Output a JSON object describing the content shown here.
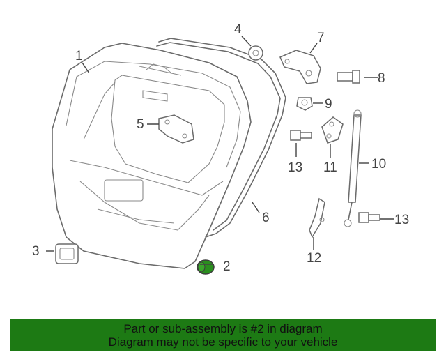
{
  "callouts": {
    "c1": "1",
    "c2": "2",
    "c3": "3",
    "c4": "4",
    "c5": "5",
    "c6": "6",
    "c7": "7",
    "c8": "8",
    "c9": "9",
    "c10": "10",
    "c11": "11",
    "c12": "12",
    "c13a": "13",
    "c13b": "13"
  },
  "highlight_color": "#2a8f1e",
  "footer": {
    "line1": "Part or sub-assembly is #2 in diagram",
    "line2": "Diagram may not be specific to your vehicle",
    "background": "#1d7a14"
  }
}
